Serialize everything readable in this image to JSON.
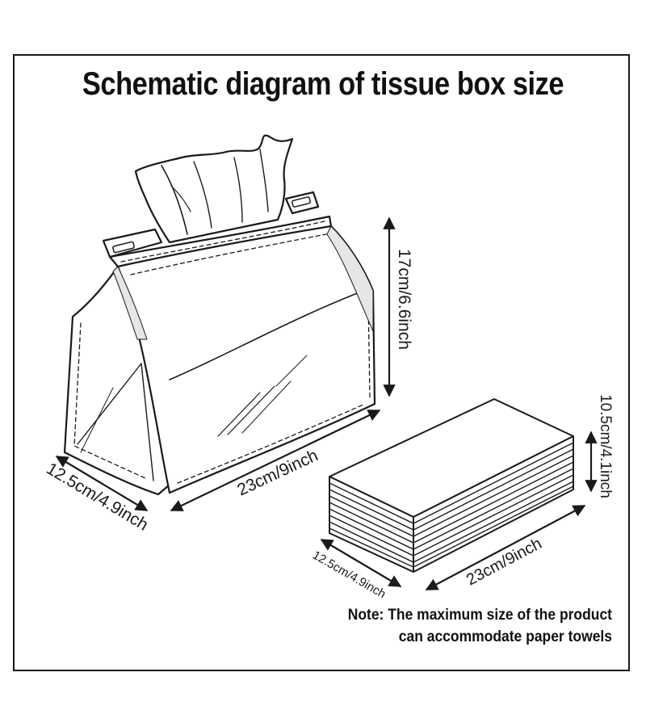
{
  "title": "Schematic diagram of tissue box size",
  "box": {
    "height_label": "17cm/6.6inch",
    "length_label": "23cm/9inch",
    "width_label": "12.5cm/4.9inch"
  },
  "tissue_stack": {
    "height_label": "10.5cm/4.1inch",
    "length_label": "23cm/9inch",
    "width_label": "12.5cm/4.9inch"
  },
  "note": {
    "line1": "Note: The maximum size of the product",
    "line2": "can accommodate paper towels"
  },
  "colors": {
    "ink": "#1a1a1a",
    "background": "#ffffff",
    "shade": "#e6e6e6"
  }
}
